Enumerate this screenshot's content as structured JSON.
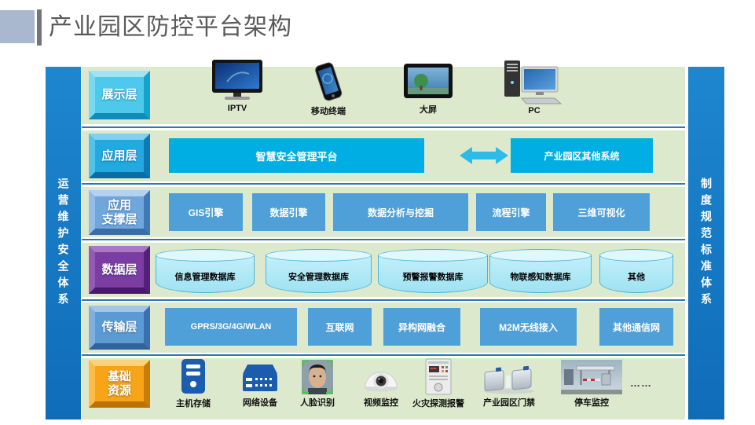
{
  "title": "产业园区防控平台架构",
  "sidebars": {
    "left": "运营维护安全体系",
    "right": "制度规范标准体系"
  },
  "layers": [
    {
      "label": "展示层",
      "items": [
        {
          "icon": "iptv-tv-icon",
          "label": "IPTV"
        },
        {
          "icon": "mobile-terminal-icon",
          "label": "移动终端"
        },
        {
          "icon": "large-screen-tablet-icon",
          "label": "大屏"
        },
        {
          "icon": "desktop-pc-icon",
          "label": "PC"
        }
      ]
    },
    {
      "label": "应用层",
      "items": [
        {
          "label": "智慧安全管理平台"
        },
        {
          "label": "产业园区其他系统"
        }
      ]
    },
    {
      "label": "应用\n支撑层",
      "items": [
        {
          "label": "GIS引擎"
        },
        {
          "label": "数据引擎"
        },
        {
          "label": "数据分析与挖掘"
        },
        {
          "label": "流程引擎"
        },
        {
          "label": "三维可视化"
        }
      ]
    },
    {
      "label": "数据层",
      "items": [
        {
          "label": "信息管理数据库"
        },
        {
          "label": "安全管理数据库"
        },
        {
          "label": "预警报警数据库"
        },
        {
          "label": "物联感知数据库"
        },
        {
          "label": "其他"
        }
      ]
    },
    {
      "label": "传输层",
      "items": [
        {
          "label": "GPRS/3G/4G/WLAN"
        },
        {
          "label": "互联网"
        },
        {
          "label": "异构网融合"
        },
        {
          "label": "M2M无线接入"
        },
        {
          "label": "其他通信网"
        }
      ]
    },
    {
      "label": "基础\n资源",
      "items": [
        {
          "icon": "server-storage-icon",
          "label": "主机存储"
        },
        {
          "icon": "network-switch-icon",
          "label": "网络设备"
        },
        {
          "icon": "face-recognition-icon",
          "label": "人脸识别"
        },
        {
          "icon": "dome-camera-icon",
          "label": "视频监控"
        },
        {
          "icon": "fire-alarm-panel-icon",
          "label": "火灾探测报警"
        },
        {
          "icon": "turnstile-gate-icon",
          "label": "产业园区门禁"
        },
        {
          "icon": "parking-monitor-icon",
          "label": "停车监控"
        }
      ],
      "more": "……"
    }
  ],
  "palette": {
    "title_gray": "#595959",
    "band_green": "#dce9cd",
    "sidebar_blue": "#1377c4",
    "app_box_blue": "#00aee4",
    "support_box_blue": "#4f9fd8",
    "cylinder_cyan": "#b4ecf8",
    "display_label": "#4ec9ec",
    "app_label": "#21a9e0",
    "support_label": "#6fa6dc",
    "data_label": "#7b3da2",
    "transport_label": "#5b9bd5",
    "base_label": "#f7a516",
    "separator_blue": "#2e75b6"
  }
}
